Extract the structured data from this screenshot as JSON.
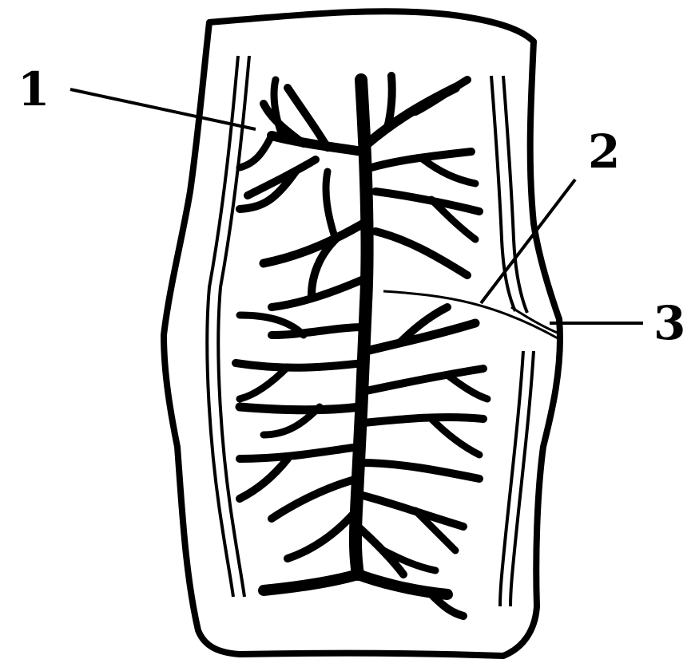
{
  "diagram": {
    "labels": [
      {
        "id": "1",
        "text": "1"
      },
      {
        "id": "2",
        "text": "2"
      },
      {
        "id": "3",
        "text": "3"
      }
    ],
    "colors": {
      "ink": "#000000",
      "background": "#ffffff"
    }
  }
}
